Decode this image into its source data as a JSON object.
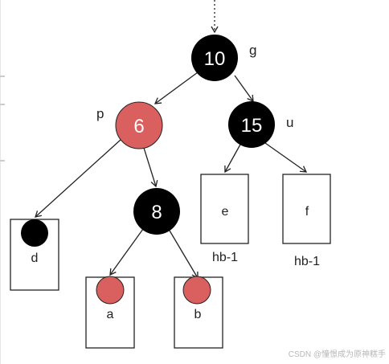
{
  "colors": {
    "black_node": "#000000",
    "red_node": "#d9605f",
    "line": "#222222",
    "white_text": "#ffffff",
    "dark_text": "#222222",
    "watermark": "#b8b8b8"
  },
  "nodes": {
    "g": {
      "value": "10",
      "tag": "g"
    },
    "p": {
      "value": "6",
      "tag": "p"
    },
    "u": {
      "value": "15",
      "tag": "u"
    },
    "x8": {
      "value": "8"
    }
  },
  "subtrees": {
    "d": {
      "label": "d"
    },
    "a": {
      "label": "a"
    },
    "b": {
      "label": "b"
    },
    "e": {
      "label": "e",
      "height_label": "hb-1"
    },
    "f": {
      "label": "f",
      "height_label": "hb-1"
    }
  },
  "watermark": "CSDN @憧憬成为原神糕手"
}
